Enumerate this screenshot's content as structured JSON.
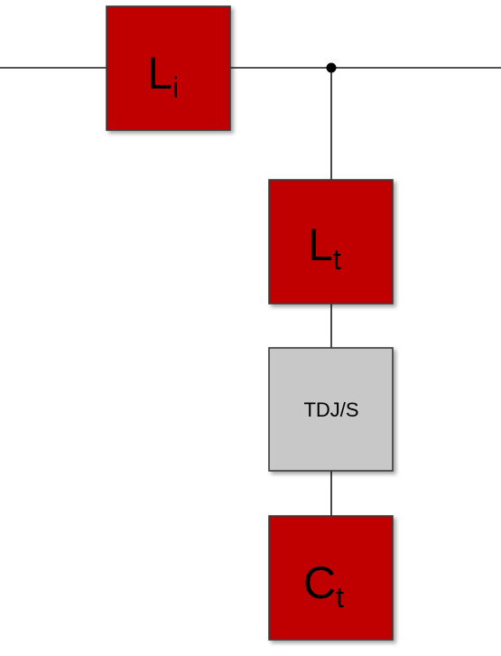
{
  "components": {
    "li": {
      "main": "L",
      "sub": "i",
      "color": "#c00000"
    },
    "lt": {
      "main": "L",
      "sub": "t",
      "color": "#c00000"
    },
    "tdjs": {
      "label": "TDJ/S",
      "color": "#c8c8c8"
    },
    "ct": {
      "main": "C",
      "sub": "t",
      "color": "#c00000"
    }
  }
}
